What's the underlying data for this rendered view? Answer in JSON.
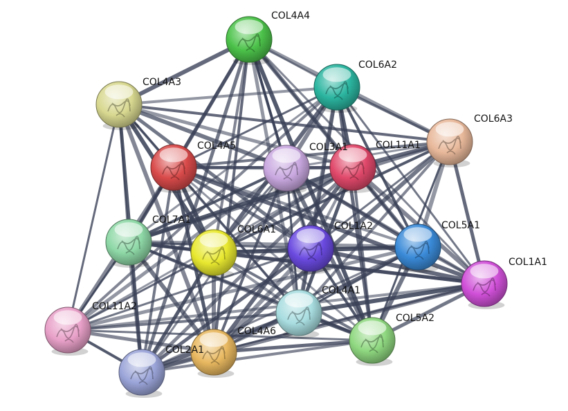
{
  "network": {
    "nodes": [
      {
        "id": "COL4A4",
        "label": "COL4A4",
        "color": "#4cc24a"
      },
      {
        "id": "COL6A2",
        "label": "COL6A2",
        "color": "#2bb5a0"
      },
      {
        "id": "COL4A3",
        "label": "COL4A3",
        "color": "#d8d890"
      },
      {
        "id": "COL6A3",
        "label": "COL6A3",
        "color": "#e8b89a"
      },
      {
        "id": "COL4A5",
        "label": "COL4A5",
        "color": "#d94a4a"
      },
      {
        "id": "COL3A1",
        "label": "COL3A1",
        "color": "#c9a8e0"
      },
      {
        "id": "COL11A1",
        "label": "COL11A1",
        "color": "#e0486a"
      },
      {
        "id": "COL7A1",
        "label": "COL7A1",
        "color": "#8ed8a6"
      },
      {
        "id": "COL6A1",
        "label": "COL6A1",
        "color": "#e8e830"
      },
      {
        "id": "COL1A2",
        "label": "COL1A2",
        "color": "#6a4ae0"
      },
      {
        "id": "COL5A1",
        "label": "COL5A1",
        "color": "#3a8ad8"
      },
      {
        "id": "COL1A1",
        "label": "COL1A1",
        "color": "#d050d8"
      },
      {
        "id": "COL4A1",
        "label": "COL4A1",
        "color": "#a8dde0"
      },
      {
        "id": "COL11A2",
        "label": "COL11A2",
        "color": "#e8a0c8"
      },
      {
        "id": "COL5A2",
        "label": "COL5A2",
        "color": "#8fd880"
      },
      {
        "id": "COL4A6",
        "label": "COL4A6",
        "color": "#e8b860"
      },
      {
        "id": "COL2A1",
        "label": "COL2A1",
        "color": "#9aa4d8"
      }
    ],
    "edges": [
      [
        "COL4A4",
        "COL6A2"
      ],
      [
        "COL4A4",
        "COL4A3"
      ],
      [
        "COL4A4",
        "COL4A5"
      ],
      [
        "COL4A4",
        "COL3A1"
      ],
      [
        "COL4A4",
        "COL11A1"
      ],
      [
        "COL4A4",
        "COL6A3"
      ],
      [
        "COL4A4",
        "COL7A1"
      ],
      [
        "COL4A4",
        "COL6A1"
      ],
      [
        "COL4A4",
        "COL1A2"
      ],
      [
        "COL4A4",
        "COL5A1"
      ],
      [
        "COL4A4",
        "COL4A1"
      ],
      [
        "COL4A4",
        "COL4A6"
      ],
      [
        "COL4A4",
        "COL1A1"
      ],
      [
        "COL4A4",
        "COL5A2"
      ],
      [
        "COL4A4",
        "COL2A1"
      ],
      [
        "COL6A2",
        "COL4A3"
      ],
      [
        "COL6A2",
        "COL4A5"
      ],
      [
        "COL6A2",
        "COL3A1"
      ],
      [
        "COL6A2",
        "COL11A1"
      ],
      [
        "COL6A2",
        "COL6A3"
      ],
      [
        "COL6A2",
        "COL7A1"
      ],
      [
        "COL6A2",
        "COL6A1"
      ],
      [
        "COL6A2",
        "COL1A2"
      ],
      [
        "COL6A2",
        "COL5A1"
      ],
      [
        "COL6A2",
        "COL1A1"
      ],
      [
        "COL6A2",
        "COL4A1"
      ],
      [
        "COL6A2",
        "COL5A2"
      ],
      [
        "COL6A2",
        "COL11A2"
      ],
      [
        "COL4A3",
        "COL4A5"
      ],
      [
        "COL4A3",
        "COL3A1"
      ],
      [
        "COL4A3",
        "COL11A1"
      ],
      [
        "COL4A3",
        "COL6A3"
      ],
      [
        "COL4A3",
        "COL7A1"
      ],
      [
        "COL4A3",
        "COL6A1"
      ],
      [
        "COL4A3",
        "COL1A2"
      ],
      [
        "COL4A3",
        "COL4A1"
      ],
      [
        "COL4A3",
        "COL11A2"
      ],
      [
        "COL4A3",
        "COL4A6"
      ],
      [
        "COL4A3",
        "COL2A1"
      ],
      [
        "COL6A3",
        "COL4A5"
      ],
      [
        "COL6A3",
        "COL3A1"
      ],
      [
        "COL6A3",
        "COL11A1"
      ],
      [
        "COL6A3",
        "COL7A1"
      ],
      [
        "COL6A3",
        "COL6A1"
      ],
      [
        "COL6A3",
        "COL1A2"
      ],
      [
        "COL6A3",
        "COL5A1"
      ],
      [
        "COL6A3",
        "COL1A1"
      ],
      [
        "COL6A3",
        "COL4A1"
      ],
      [
        "COL6A3",
        "COL5A2"
      ],
      [
        "COL6A3",
        "COL4A6"
      ],
      [
        "COL4A5",
        "COL3A1"
      ],
      [
        "COL4A5",
        "COL11A1"
      ],
      [
        "COL4A5",
        "COL7A1"
      ],
      [
        "COL4A5",
        "COL6A1"
      ],
      [
        "COL4A5",
        "COL1A2"
      ],
      [
        "COL4A5",
        "COL5A1"
      ],
      [
        "COL4A5",
        "COL4A1"
      ],
      [
        "COL4A5",
        "COL11A2"
      ],
      [
        "COL4A5",
        "COL4A6"
      ],
      [
        "COL4A5",
        "COL2A1"
      ],
      [
        "COL4A5",
        "COL5A2"
      ],
      [
        "COL4A5",
        "COL1A1"
      ],
      [
        "COL3A1",
        "COL11A1"
      ],
      [
        "COL3A1",
        "COL7A1"
      ],
      [
        "COL3A1",
        "COL6A1"
      ],
      [
        "COL3A1",
        "COL1A2"
      ],
      [
        "COL3A1",
        "COL5A1"
      ],
      [
        "COL3A1",
        "COL1A1"
      ],
      [
        "COL3A1",
        "COL4A1"
      ],
      [
        "COL3A1",
        "COL5A2"
      ],
      [
        "COL3A1",
        "COL11A2"
      ],
      [
        "COL3A1",
        "COL4A6"
      ],
      [
        "COL3A1",
        "COL2A1"
      ],
      [
        "COL11A1",
        "COL7A1"
      ],
      [
        "COL11A1",
        "COL6A1"
      ],
      [
        "COL11A1",
        "COL1A2"
      ],
      [
        "COL11A1",
        "COL5A1"
      ],
      [
        "COL11A1",
        "COL1A1"
      ],
      [
        "COL11A1",
        "COL4A1"
      ],
      [
        "COL11A1",
        "COL5A2"
      ],
      [
        "COL11A1",
        "COL11A2"
      ],
      [
        "COL11A1",
        "COL4A6"
      ],
      [
        "COL11A1",
        "COL2A1"
      ],
      [
        "COL7A1",
        "COL6A1"
      ],
      [
        "COL7A1",
        "COL1A2"
      ],
      [
        "COL7A1",
        "COL5A1"
      ],
      [
        "COL7A1",
        "COL1A1"
      ],
      [
        "COL7A1",
        "COL4A1"
      ],
      [
        "COL7A1",
        "COL11A2"
      ],
      [
        "COL7A1",
        "COL4A6"
      ],
      [
        "COL7A1",
        "COL2A1"
      ],
      [
        "COL7A1",
        "COL5A2"
      ],
      [
        "COL6A1",
        "COL1A2"
      ],
      [
        "COL6A1",
        "COL5A1"
      ],
      [
        "COL6A1",
        "COL1A1"
      ],
      [
        "COL6A1",
        "COL4A1"
      ],
      [
        "COL6A1",
        "COL11A2"
      ],
      [
        "COL6A1",
        "COL4A6"
      ],
      [
        "COL6A1",
        "COL2A1"
      ],
      [
        "COL6A1",
        "COL5A2"
      ],
      [
        "COL1A2",
        "COL5A1"
      ],
      [
        "COL1A2",
        "COL1A1"
      ],
      [
        "COL1A2",
        "COL4A1"
      ],
      [
        "COL1A2",
        "COL5A2"
      ],
      [
        "COL1A2",
        "COL11A2"
      ],
      [
        "COL1A2",
        "COL4A6"
      ],
      [
        "COL1A2",
        "COL2A1"
      ],
      [
        "COL5A1",
        "COL1A1"
      ],
      [
        "COL5A1",
        "COL4A1"
      ],
      [
        "COL5A1",
        "COL5A2"
      ],
      [
        "COL5A1",
        "COL11A2"
      ],
      [
        "COL5A1",
        "COL4A6"
      ],
      [
        "COL5A1",
        "COL2A1"
      ],
      [
        "COL1A1",
        "COL4A1"
      ],
      [
        "COL1A1",
        "COL5A2"
      ],
      [
        "COL1A1",
        "COL11A2"
      ],
      [
        "COL1A1",
        "COL4A6"
      ],
      [
        "COL1A1",
        "COL2A1"
      ],
      [
        "COL4A1",
        "COL5A2"
      ],
      [
        "COL4A1",
        "COL11A2"
      ],
      [
        "COL4A1",
        "COL4A6"
      ],
      [
        "COL4A1",
        "COL2A1"
      ],
      [
        "COL11A2",
        "COL4A6"
      ],
      [
        "COL11A2",
        "COL2A1"
      ],
      [
        "COL11A2",
        "COL5A2"
      ],
      [
        "COL4A6",
        "COL2A1"
      ],
      [
        "COL4A6",
        "COL5A2"
      ],
      [
        "COL2A1",
        "COL5A2"
      ]
    ]
  }
}
